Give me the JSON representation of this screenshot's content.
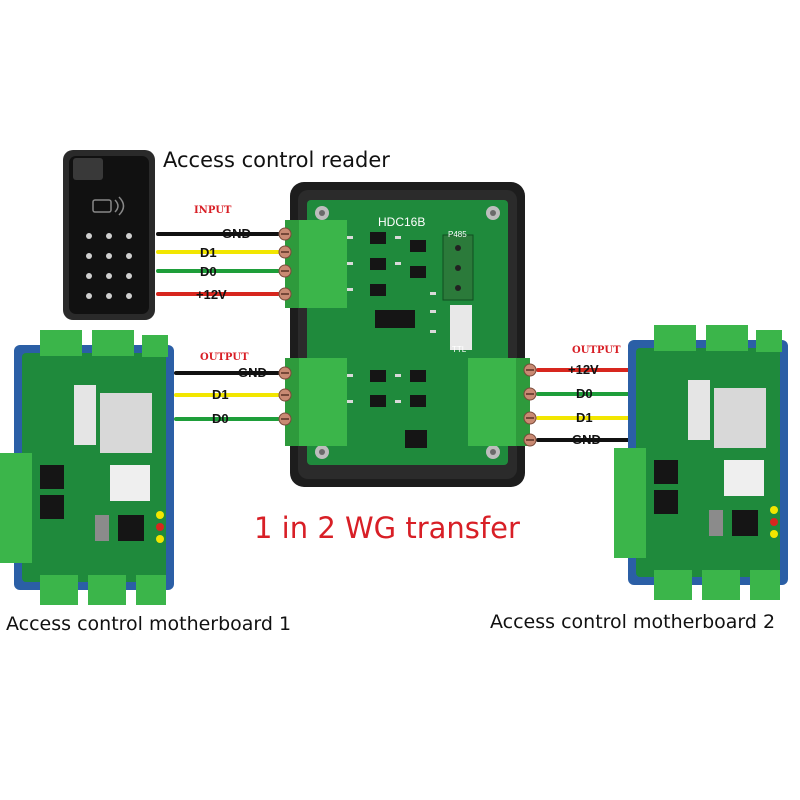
{
  "reader": {
    "title": "Access control reader"
  },
  "module": {
    "model": "HDC16B",
    "rs485_label": "P485",
    "ttl_label": "TTL"
  },
  "input": {
    "heading": "INPUT",
    "wires": [
      {
        "label": "GND",
        "color": "#111111"
      },
      {
        "label": "D1",
        "color": "#f2e600"
      },
      {
        "label": "D0",
        "color": "#1e9e3a"
      },
      {
        "label": "+12V",
        "color": "#d7261e"
      }
    ]
  },
  "output1": {
    "heading": "OUTPUT",
    "wires": [
      {
        "label": "GND",
        "color": "#111111"
      },
      {
        "label": "D1",
        "color": "#f2e600"
      },
      {
        "label": "D0",
        "color": "#1e9e3a"
      }
    ]
  },
  "output2": {
    "heading": "OUTPUT",
    "wires": [
      {
        "label": "+12V",
        "color": "#d7261e"
      },
      {
        "label": "D0",
        "color": "#1e9e3a"
      },
      {
        "label": "D1",
        "color": "#f2e600"
      },
      {
        "label": "GND",
        "color": "#111111"
      }
    ]
  },
  "headline": "1 in 2 WG transfer",
  "motherboard1": {
    "title": "Access control motherboard 1"
  },
  "motherboard2": {
    "title": "Access control motherboard 2"
  },
  "colors": {
    "accent_red": "#d81f26",
    "pcb_green": "#1f8a3c",
    "pcb_blue": "#2b5fa6",
    "terminal_green": "#3bb54a"
  }
}
